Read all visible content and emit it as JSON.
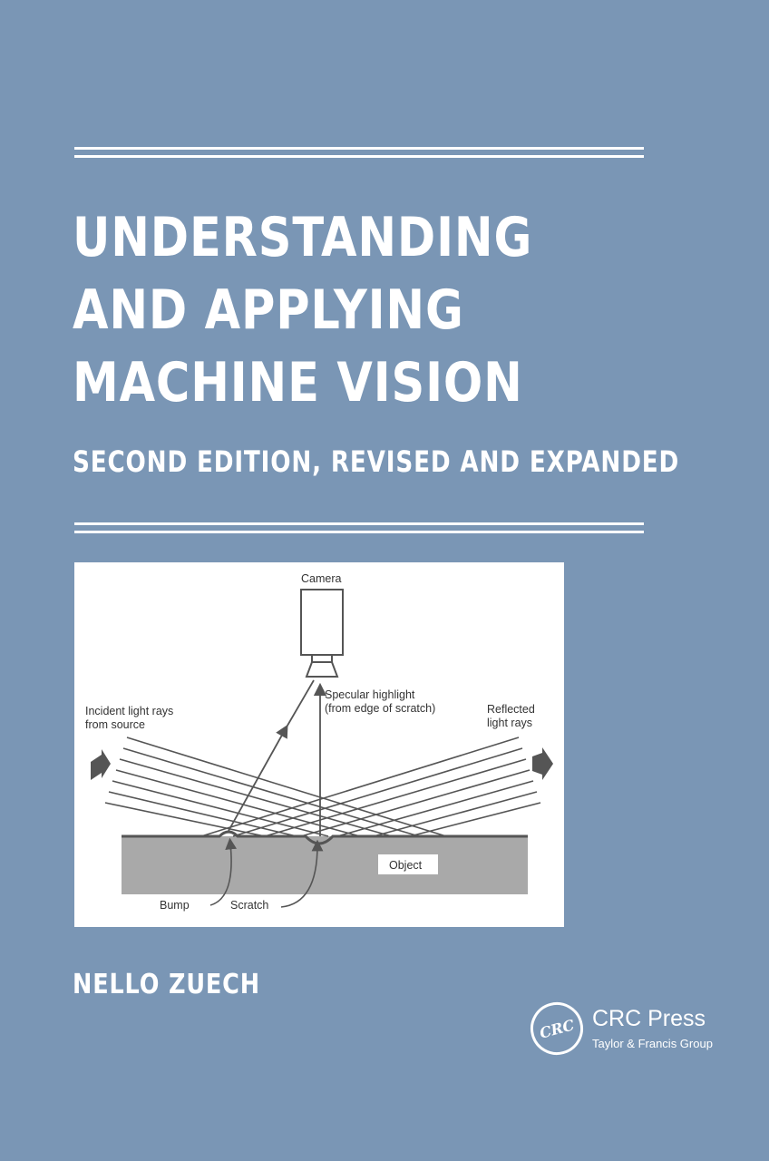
{
  "cover": {
    "title_lines": [
      "UNDERSTANDING",
      "AND APPLYING",
      "MACHINE VISION"
    ],
    "subtitle": "SECOND EDITION, REVISED AND EXPANDED",
    "author": "NELLO ZUECH",
    "colors": {
      "background": "#7a96b5",
      "text": "#ffffff"
    }
  },
  "figure": {
    "labels": {
      "camera": "Camera",
      "specular_1": "Specular highlight",
      "specular_2": "(from edge of scratch)",
      "incident_1": "Incident light rays",
      "incident_2": "from source",
      "reflected_1": "Reflected",
      "reflected_2": "light rays",
      "object": "Object",
      "bump": "Bump",
      "scratch": "Scratch"
    }
  },
  "publisher": {
    "logo_text": "CRC",
    "name": "CRC Press",
    "group": "Taylor & Francis Group",
    "logo_icon": "crc-logo-icon"
  }
}
